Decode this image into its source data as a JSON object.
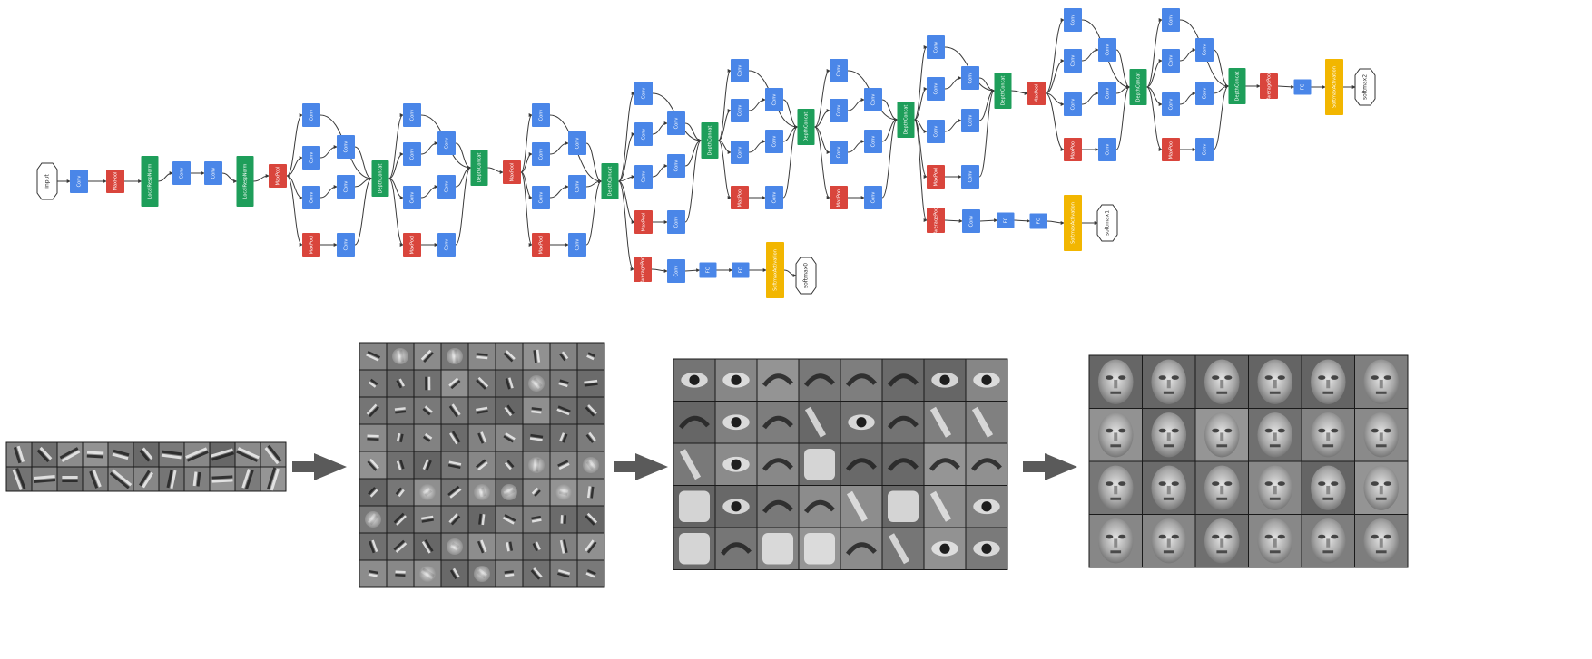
{
  "colors": {
    "conv": "#4a86e8",
    "pool": "#d9453c",
    "concat": "#1e9e5a",
    "softmax_act": "#f2b600",
    "terminal_fill": "#ffffff",
    "terminal_stroke": "#333333",
    "edge": "#3a3a3a"
  },
  "network": {
    "input_label": "input",
    "conv_label": "Conv",
    "maxpool_label": "MaxPool",
    "avgpool_label": "AveragePool",
    "lrn_label": "LocalRespNorm",
    "concat_label": "DepthConcat",
    "fc_label": "FC",
    "softmax_activation_label": "SoftmaxActivation",
    "outputs": [
      "softmax0",
      "softmax1",
      "softmax2"
    ]
  },
  "feature_stages": [
    {
      "name": "edges",
      "rows": 2,
      "cols": 11,
      "content": "edge-filters"
    },
    {
      "name": "parts",
      "rows": 9,
      "cols": 9,
      "content": "oriented-strokes"
    },
    {
      "name": "object-parts",
      "rows": 5,
      "cols": 8,
      "content": "face-parts"
    },
    {
      "name": "faces",
      "rows": 4,
      "cols": 6,
      "content": "faces"
    }
  ],
  "icons": {
    "stage_arrow": "right-arrow-icon"
  }
}
